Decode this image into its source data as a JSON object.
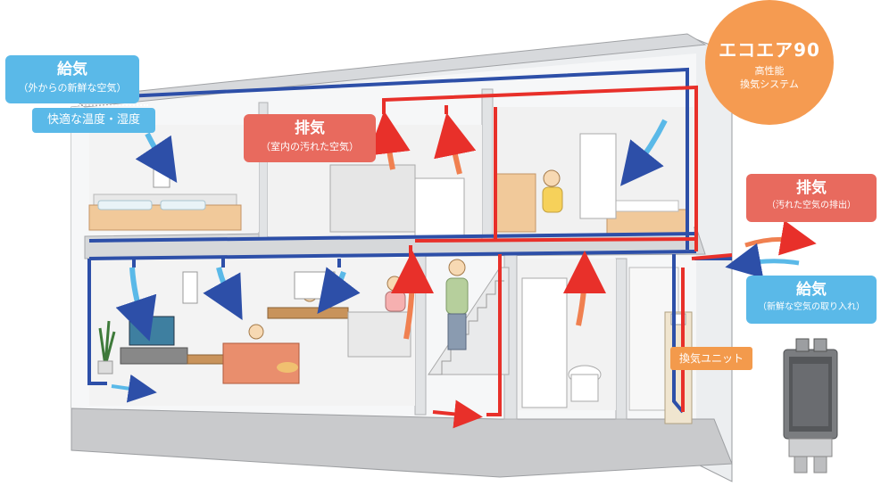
{
  "callouts": {
    "supply_top": {
      "title": "給気",
      "subtitle": "（外からの新鮮な空気）"
    },
    "comfort": "快適な温度・湿度",
    "exhaust_inside": {
      "title": "排気",
      "subtitle": "（室内の汚れた空気）"
    },
    "exhaust_outside": {
      "title": "排気",
      "subtitle": "（汚れた空気の排出）"
    },
    "supply_outside": {
      "title": "給気",
      "subtitle": "（新鮮な空気の取り入れ）"
    },
    "unit": "換気ユニット"
  },
  "brand": {
    "name": "エコエア90",
    "line1": "高性能",
    "line2": "換気システム"
  },
  "colors": {
    "supply": "#2d4fa8",
    "exhaust": "#e8302a",
    "supply_arrow": "#5ab9e8",
    "exhaust_arrow": "#f08050",
    "brand": "#f59b51",
    "wall": "#e6e7e9",
    "floor": "#c9cacc"
  }
}
